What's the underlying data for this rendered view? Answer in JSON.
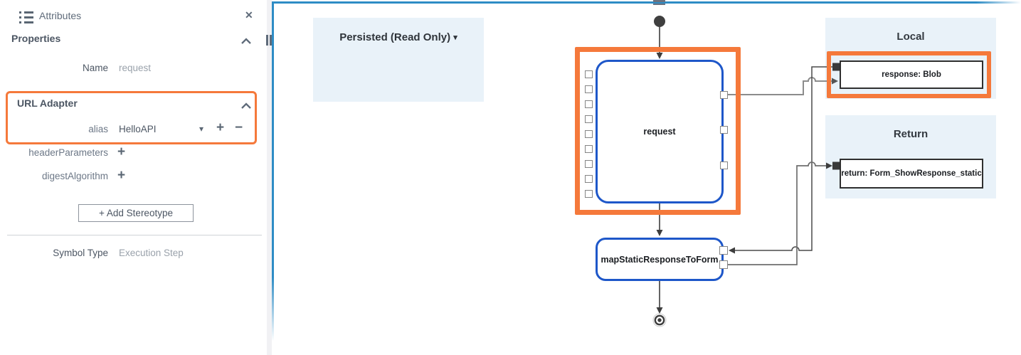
{
  "sidebar": {
    "title": "Attributes",
    "properties_header": "Properties",
    "url_adapter_header": "URL Adapter",
    "rows": {
      "name": {
        "label": "Name",
        "value": "request"
      },
      "alias": {
        "label": "alias",
        "value": "HelloAPI"
      },
      "header_parameters": {
        "label": "headerParameters"
      },
      "digest_algorithm": {
        "label": "digestAlgorithm"
      },
      "symbol_type": {
        "label": "Symbol Type",
        "value": "Execution Step"
      }
    },
    "add_stereotype_button": "+ Add Stereotype"
  },
  "icons": {
    "close": "✕",
    "dropdown_caret": "▾",
    "add": "+",
    "remove": "−"
  },
  "diagram": {
    "persisted_dropdown": "Persisted (Read Only)",
    "nodes": {
      "request": "request",
      "map": "mapStaticResponseToForm"
    },
    "panels": {
      "local": {
        "title": "Local",
        "item": "response: Blob"
      },
      "return": {
        "title": "Return",
        "item": "return: Form_ShowResponse_static"
      }
    }
  },
  "colors": {
    "highlight_orange": "#F5793B",
    "node_border_blue": "#1E57C9",
    "canvas_border_blue": "#2E8CC5",
    "panel_fill_blue": "#E9F2F9"
  }
}
